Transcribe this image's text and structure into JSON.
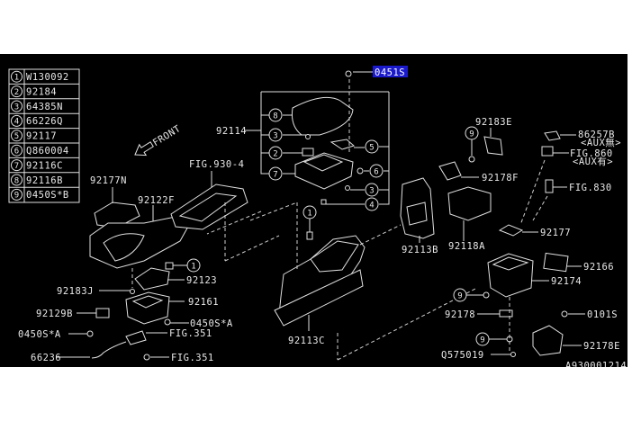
{
  "legend": [
    {
      "num": "1",
      "part": "W130092"
    },
    {
      "num": "2",
      "part": "92184"
    },
    {
      "num": "3",
      "part": "64385N"
    },
    {
      "num": "4",
      "part": "66226Q"
    },
    {
      "num": "5",
      "part": "92117"
    },
    {
      "num": "6",
      "part": "Q860004"
    },
    {
      "num": "7",
      "part": "92116C"
    },
    {
      "num": "8",
      "part": "92116B"
    },
    {
      "num": "9",
      "part": "0450S*B"
    }
  ],
  "front_label": "FRONT",
  "highlight_color": "#1a1acc",
  "labels": {
    "selected": "0451S",
    "p92114": "92114",
    "fig930": "FIG.930-4",
    "p92177N": "92177N",
    "p92122F": "92122F",
    "p92123": "92123",
    "p92183J": "92183J",
    "p92161": "92161",
    "p92129B": "92129B",
    "p0450SA_1": "0450S*A",
    "p0450SA_2": "0450S*A",
    "fig351_1": "FIG.351",
    "fig351_2": "FIG.351",
    "p66236": "66236",
    "p92113C": "92113C",
    "p92183E": "92183E",
    "p92178F": "92178F",
    "p92113B": "92113B",
    "p92118A": "92118A",
    "p86257B": "86257B",
    "aux_none": "<AUX無>",
    "fig860": "FIG.860",
    "aux_with": "<AUX有>",
    "fig830": "FIG.830",
    "p92177": "92177",
    "p92166": "92166",
    "p92174": "92174",
    "p92178": "92178",
    "p0101S": "0101S",
    "pQ575019": "Q575019",
    "p92178E": "92178E",
    "drawing_id": "A930001214"
  },
  "callouts": {
    "c8": "8",
    "c3a": "3",
    "c2": "2",
    "c7": "7",
    "c5": "5",
    "c6": "6",
    "c3b": "3",
    "c4": "4",
    "c1a": "1",
    "c1b": "1",
    "c9a": "9",
    "c9b": "9",
    "c9c": "9"
  }
}
